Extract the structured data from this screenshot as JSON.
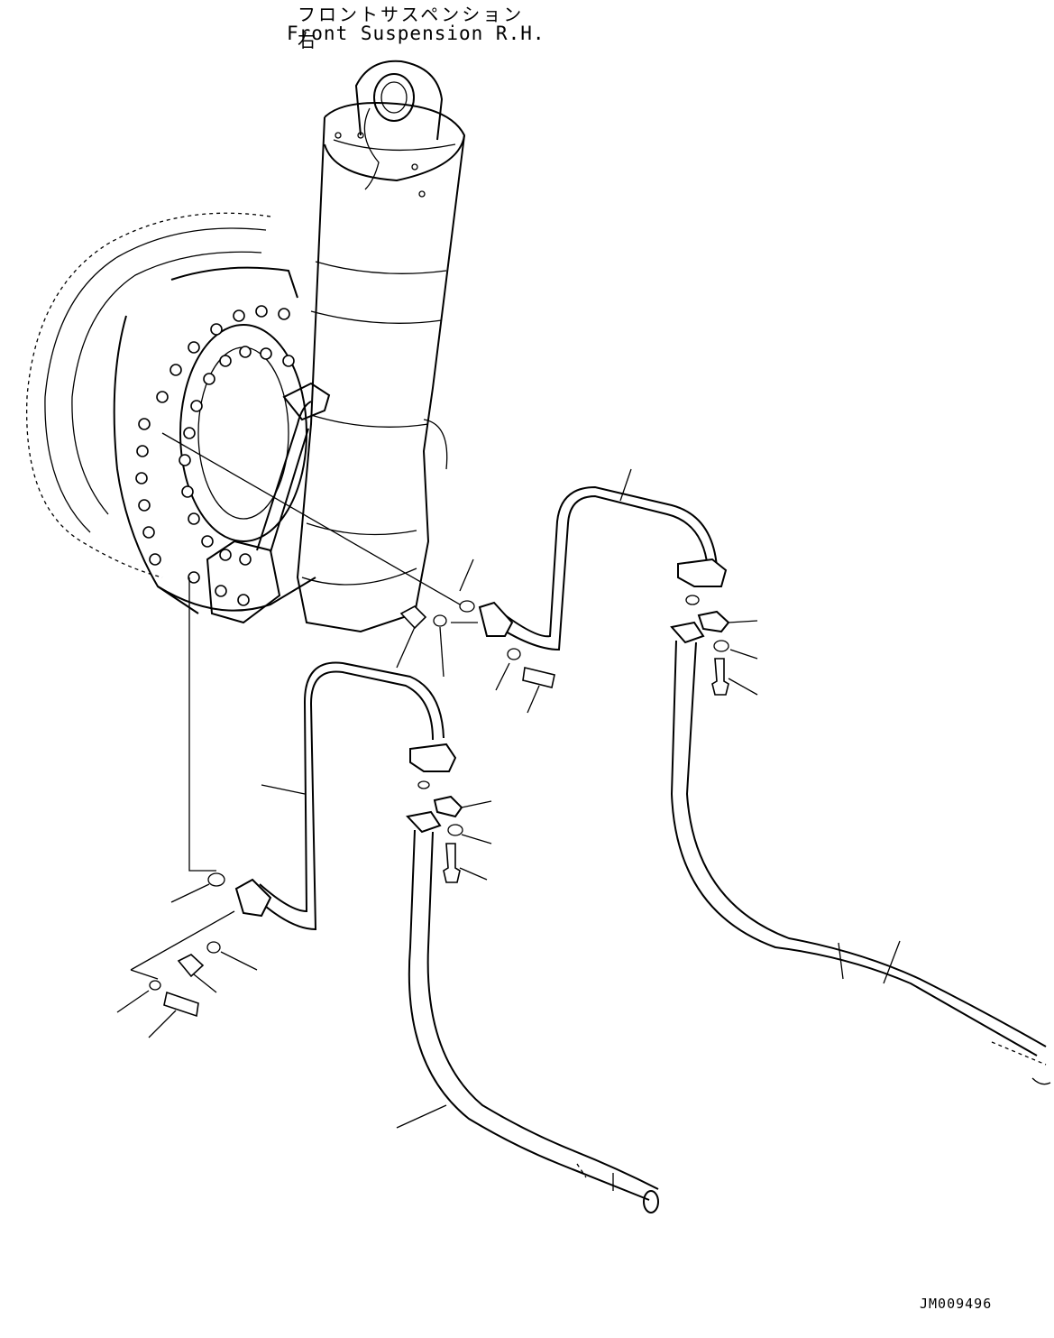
{
  "title": {
    "japanese": "フロントサスペンション 右",
    "english": "Front Suspension R.H."
  },
  "drawing_id": "JM009496"
}
